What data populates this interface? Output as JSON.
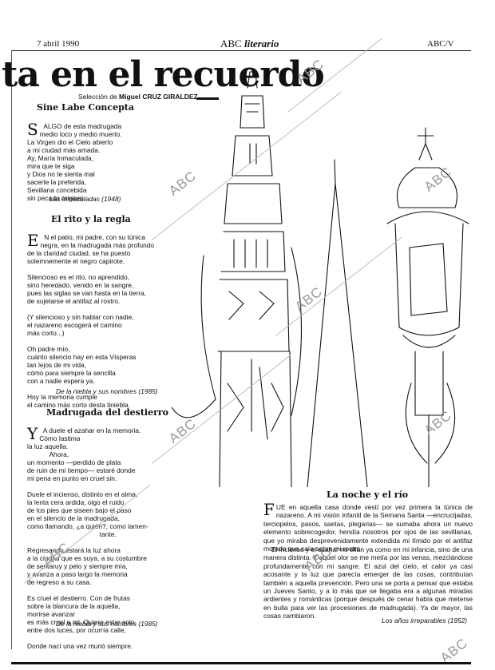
{
  "header": {
    "date": "7 abril 1990",
    "brand_abc": "ABC",
    "brand_literario": "literario",
    "page": "ABC/V"
  },
  "headline": "ta en el recuerdo",
  "selection_prefix": "Selección de",
  "selection_author": "Miguel CRUZ GIRALDEZ",
  "watermark": "ABC",
  "poems": [
    {
      "title": "Sine Labe Concepta",
      "dropcap": "S",
      "first_line": "ALGO de esta madrugada",
      "lines": "medio loco y medio muerto.\nLa Virgen dio el Cielo abierto\na mi ciudad más amada.\nAy, María Inmaculada,\nmira que te siga\ny Dios no te sienta mal\nsacerte la preferida,\nSevillana concebida\nsin pecado original.",
      "cite": "Las inmaculadas (1948)"
    },
    {
      "title": "El rito y la regla",
      "dropcap": "E",
      "lines": "N el patio, mi padre, con su túnica\nnegra, en la madrugada más profundo\nde la claridad ciudad, se ha puesto\nsolemnemente el negro capirote.\n\nSilencioso es el rito, no aprendido,\nsino heredado, venido en la sangre,\npues las siglas se van hasta en la tierra,\nde sujetarse el antifaz al rostro.\n\n(Y silencioso y sin hablar con nadie,\nel nazareno escogerá el camino\nmás corto...)\n\nOh padre mío,\ncuánto silencio hay en esta Vísperas\ntan lejos de mi vida,\ncómo para siempre la sencilla\ncon a nadie espera ya.\n\nHoy la memoria cumple\nel camino más corto desta tiniebla.",
      "cite": "De la niebla y sus nombres (1985)"
    },
    {
      "title": "Madrugada del destierro",
      "dropcap": "Y",
      "lines": "A duele el azahar en la memoria.\nCómo lastima\nla luz aquella.\n            Ahora,\nun momento —perdido de plata\nde ruin de mi tiempo— estaré donde\nmi pena en punto en cruel sin.\n\nDuele el incienso, distinto en el alma,\nla lenta cera ardida, oigo el ruido\nde los pies que siseen bajo el paso\nen el silencio de la madrugada,\ncomo llamando, ¿a quién?, como lamen-\n                                       tante.\n\nRegresando estará la luz ahora\na la ciudad que es suya, a su costumbre\nde sentaruy y pelo y siempre mía,\ny avanza a paso largo la memoria\nde regreso a su casa.\n\nEs cruel el destierro. Con de frutas\nsobre la blancura de la aquella,\nmorirse avanzar\nes más cruel a mí. Quiere estar solo,\nentre dos luces, por ocurría calle,\n\nDonde nací una vez murió siempre.",
      "cite": "De la niebla y sus nombres (1985)"
    }
  ],
  "prose_section": {
    "title": "La noche y el río",
    "dropcap": "F",
    "paragraph1": "UE en aquella casa donde vestí por vez primera la túnica de nazareno. A mi visión infantil de la Semana Santa —encrucijadas, terciopelos, pasos, saetas, plegarias— se sumaba ahora un nuevo elemento sobrecogedor, hendía nosotros por ojos de las sevillanas, que yo miraba desprevenidamente extendida mi tímido por el antifaz morado que caía sobre mi rostro.",
    "paragraph2": "El incienso y el azahar no olían ya como en mi infancia, sino de una manera distinta. Y aquel olor se me metía por las venas, mezclándose profundamente con mi sangre. El azul del cielo, el calor ya casi acosante y la luz que parecía emerger de las cosas, contribuían también a aquella prevención. Pero una se porta a pensar que estaba un Jueves Santo, y a lo más que se llegaba era a algunas miradas ardientes y románticas (porque después de cenar había que meterse en bulla para ver las procesiones de madrugada). Ya de mayor, las cosas cambiaron.",
    "cite": "Los años irreparables (1952)"
  }
}
